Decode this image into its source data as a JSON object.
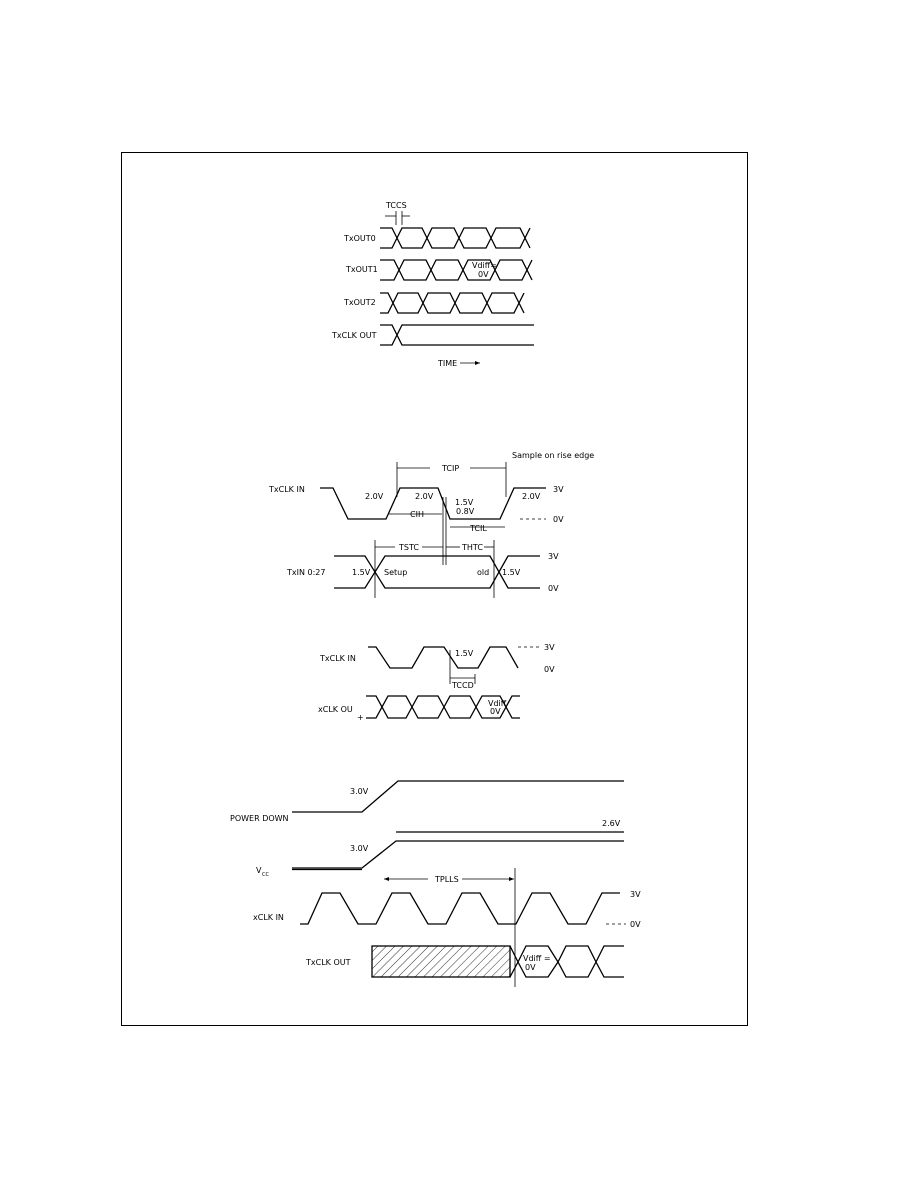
{
  "diagram1": {
    "tccs": "TCCS",
    "signals": [
      "TxOUT0",
      "TxOUT1",
      "TxOUT2",
      "TxCLK OUT"
    ],
    "vdiff": "Vdiff=",
    "vdiff2": "0V",
    "time": "TIME"
  },
  "diagram2": {
    "sample": "Sample on rise edge",
    "tcip": "TCIP",
    "signal_clk": "TxCLK IN",
    "signal_data": "TxIN 0:27",
    "v30_a": "2.0V",
    "v20_b": "2.0V",
    "v20_c": "2.0V",
    "v15_a": "1.5V",
    "v08": "0.8V",
    "three_v": "3V",
    "zero_v": "0V",
    "tcih": "CIH",
    "tcil": "TCIL",
    "tstc": "TSTC",
    "thtc": "THTC",
    "v15_left": "1.5V",
    "v15_right": "1.5V",
    "setup": "Setup",
    "hold": "old",
    "three_v_b": "3V",
    "zero_v_b": "0V"
  },
  "diagram3": {
    "signal_clk": "TxCLK IN",
    "signal_out": "xCLK OU",
    "plus": "+",
    "v15": "1.5V",
    "three_v": "3V",
    "zero_v": "0V",
    "tccd": "TCCD",
    "vdiff": "Vdiff",
    "vdiff2": "0V"
  },
  "diagram4": {
    "power": "POWER DOWN",
    "vcc": "V",
    "vcc_sub": "CC",
    "clk_in": "xCLK IN",
    "clk_out": "TxCLK OUT",
    "v30_a": "3.0V",
    "v30_b": "3.0V",
    "v26": "2.6V",
    "tplls": "TPLLS",
    "three_v": "3V",
    "zero_v": "0V",
    "vdiff": "Vdiff =",
    "vdiff2": "0V"
  }
}
